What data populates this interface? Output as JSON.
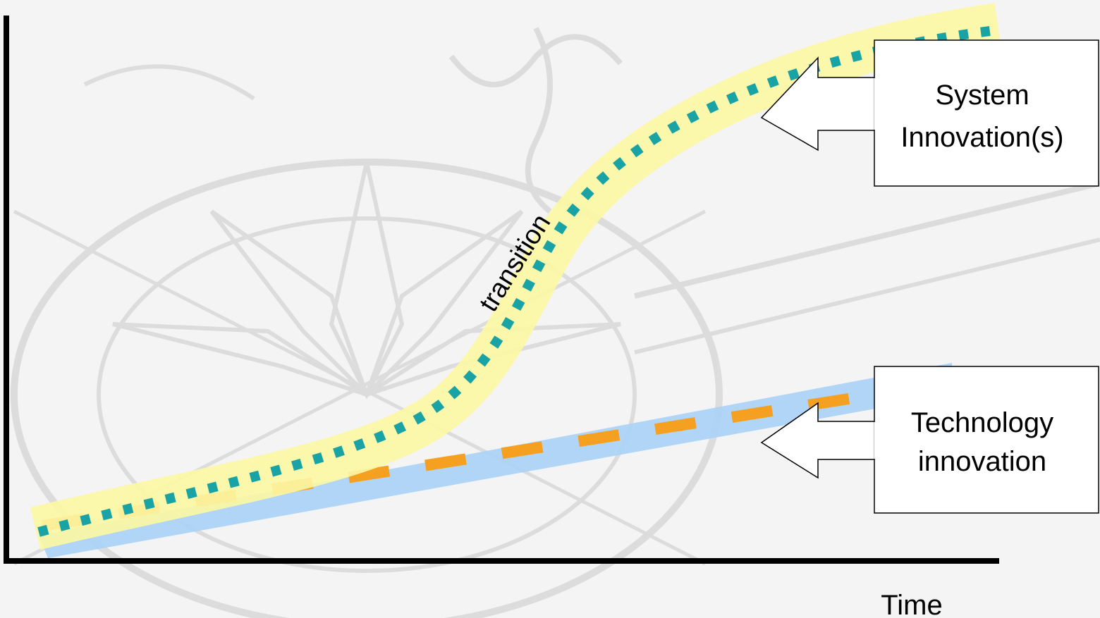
{
  "diagram": {
    "x_axis_label": "Time",
    "curve_label": "transition",
    "callouts": [
      {
        "id": "system",
        "lines": [
          "System",
          "Innovation(s)"
        ]
      },
      {
        "id": "technology",
        "lines": [
          "Technology",
          "innovation"
        ]
      }
    ],
    "colors": {
      "background": "#f4f4f4",
      "watermark": "#c8c8c8",
      "system_band": "#fbf6a4",
      "system_line": "#1aa3a5",
      "technology_band": "#a9d1f7",
      "technology_line": "#f5a020",
      "axis": "#000000"
    },
    "decorations": [
      "compass-rose-watermark"
    ]
  }
}
